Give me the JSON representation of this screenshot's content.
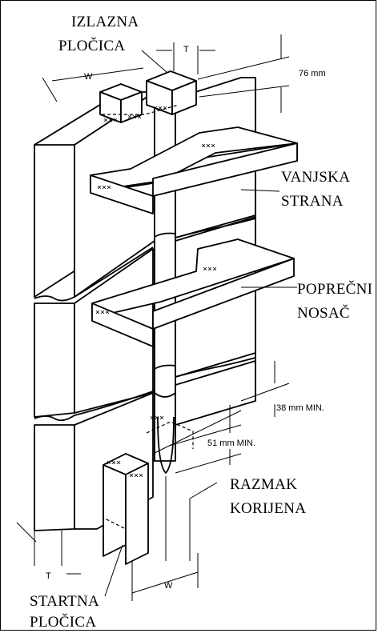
{
  "labels": {
    "run_off_tab_line1": "IZLAZNA",
    "run_off_tab_line2": "PLOČICA",
    "outer_side_line1": "VANJSKA",
    "outer_side_line2": "STRANA",
    "cross_member_line1": "POPREČNI",
    "cross_member_line2": "NOSAČ",
    "root_gap_line1": "RAZMAK",
    "root_gap_line2": "KORIJENA",
    "starting_tab_line1": "STARTNA",
    "starting_tab_line2": "PLOČICA"
  },
  "dimensions": {
    "t_top": "T",
    "w_top": "W",
    "height_76": "76 mm",
    "min_38": "38 mm MIN.",
    "min_51": "51 mm MIN.",
    "t_bottom": "T",
    "w_bottom": "W"
  },
  "weld_marks": {
    "symbol": "×××"
  }
}
